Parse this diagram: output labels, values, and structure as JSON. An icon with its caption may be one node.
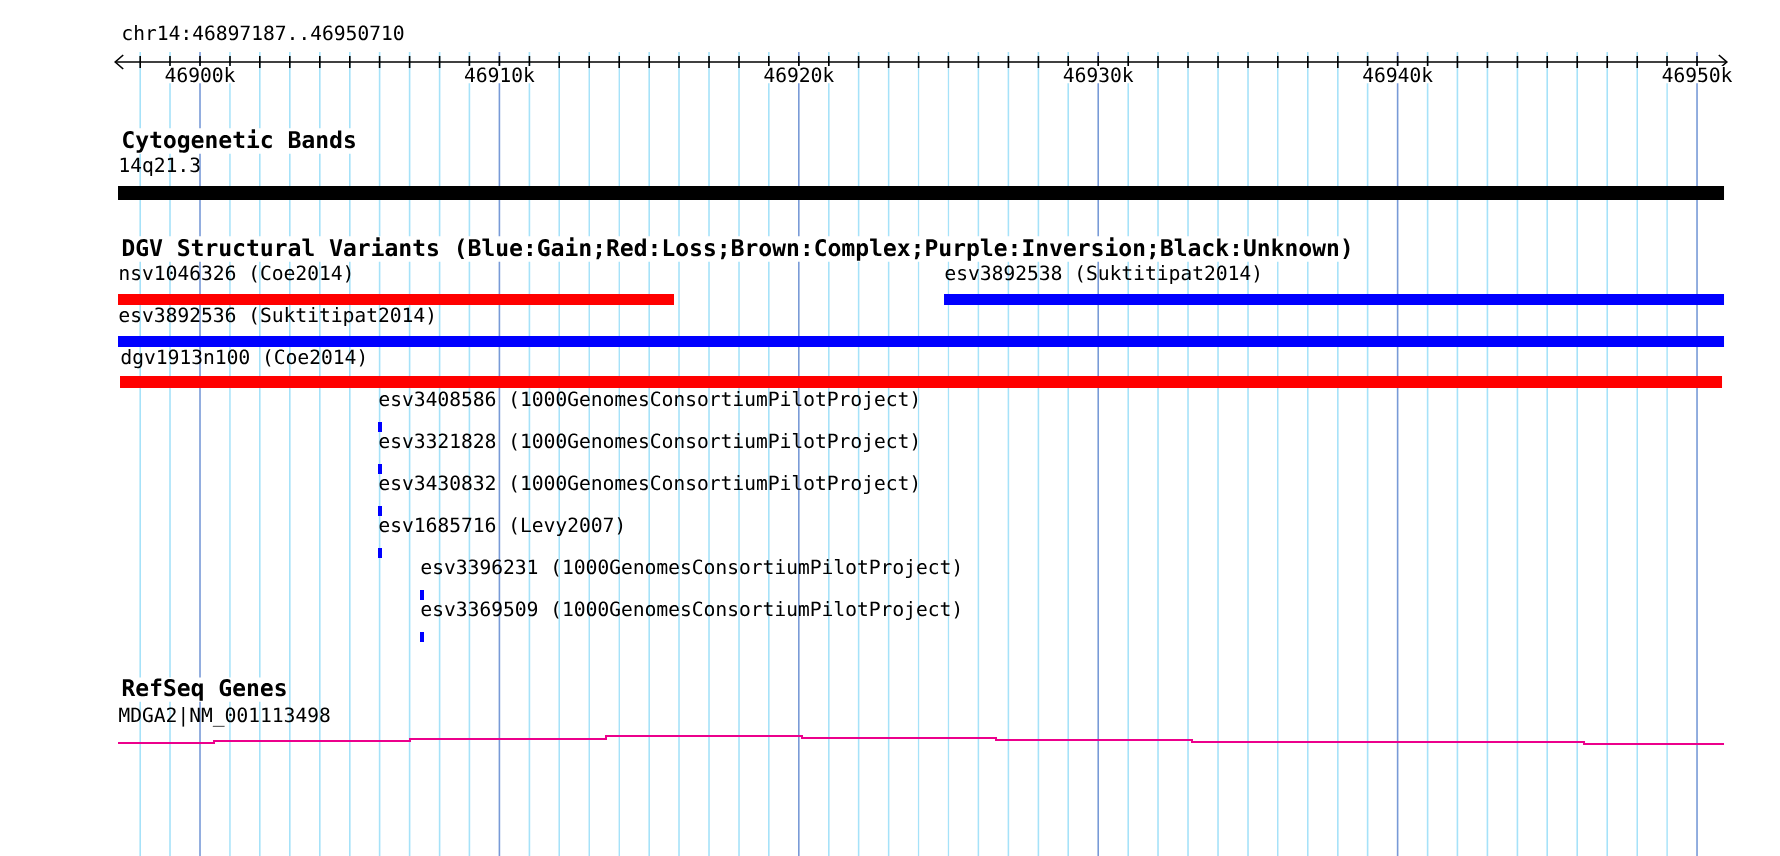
{
  "diagram": {
    "nodes": [
      {
        "text": [
          "14q21.3"
        ]
      },
      {
        "text": [
          "nsv1046326 (Coe2014)"
        ]
      },
      {
        "text": [
          "esv3892538 (Suktitipat2014)"
        ]
      },
      {
        "text": [
          "esv3892536 (Suktitipat2014)"
        ]
      },
      {
        "text": [
          "dgv1913n100 (Coe2014)"
        ]
      },
      {
        "text": [
          "esv3408586 (1000GenomesConsortiumPilotProject)"
        ]
      },
      {
        "text": [
          "esv3321828 (1000GenomesConsortiumPilotProject)"
        ]
      },
      {
        "text": [
          "esv3430832 (1000GenomesConsortiumPilotProject)"
        ]
      },
      {
        "text": [
          "esv1685716 (Levy2007)"
        ]
      },
      {
        "text": [
          "esv3396231 (1000GenomesConsortiumPilotProject)"
        ]
      },
      {
        "text": [
          "esv3369509 (1000GenomesConsortiumPilotProject)"
        ]
      },
      {
        "text": [
          "MDGA2|NM_001113498"
        ]
      }
    ],
    "labels": [
      "chr14:46897187..46950710",
      "46900k",
      "46910k",
      "46920k",
      "46930k",
      "46940k",
      "46950k",
      "Cytogenetic Bands",
      "DGV Structural Variants (Blue:Gain;Red:Loss;Brown:Complex;Purple:Inversion;Black:Unknown)",
      "RefSeq Genes"
    ]
  }
}
